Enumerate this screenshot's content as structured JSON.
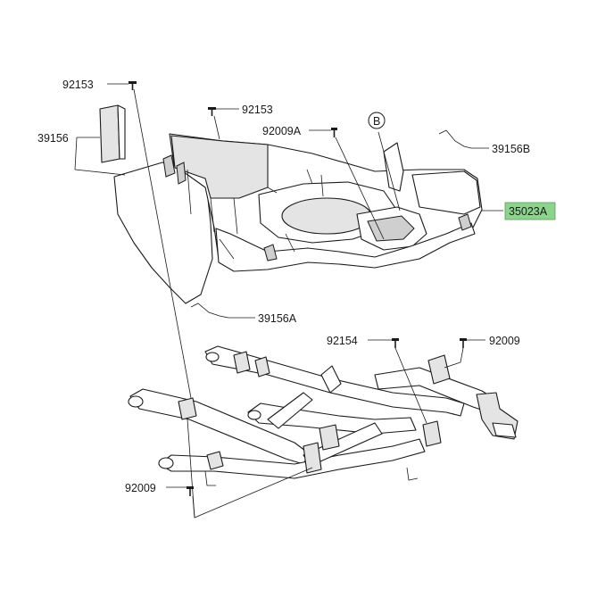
{
  "colors": {
    "highlight": "#8cd48c",
    "line": "#1a1a1a",
    "background": "#ffffff"
  },
  "callouts": [
    {
      "id": "c-92153-top",
      "text": "92153"
    },
    {
      "id": "c-92153-mid",
      "text": "92153"
    },
    {
      "id": "c-39156",
      "text": "39156"
    },
    {
      "id": "c-92009A",
      "text": "92009A"
    },
    {
      "id": "c-39156B",
      "text": "39156B"
    },
    {
      "id": "c-35023A",
      "text": "35023A",
      "highlighted": true
    },
    {
      "id": "c-39156A",
      "text": "39156A"
    },
    {
      "id": "c-92154",
      "text": "92154"
    },
    {
      "id": "c-92009-right",
      "text": "92009"
    },
    {
      "id": "c-92009-bottom",
      "text": "92009"
    }
  ],
  "view_marker": "B"
}
